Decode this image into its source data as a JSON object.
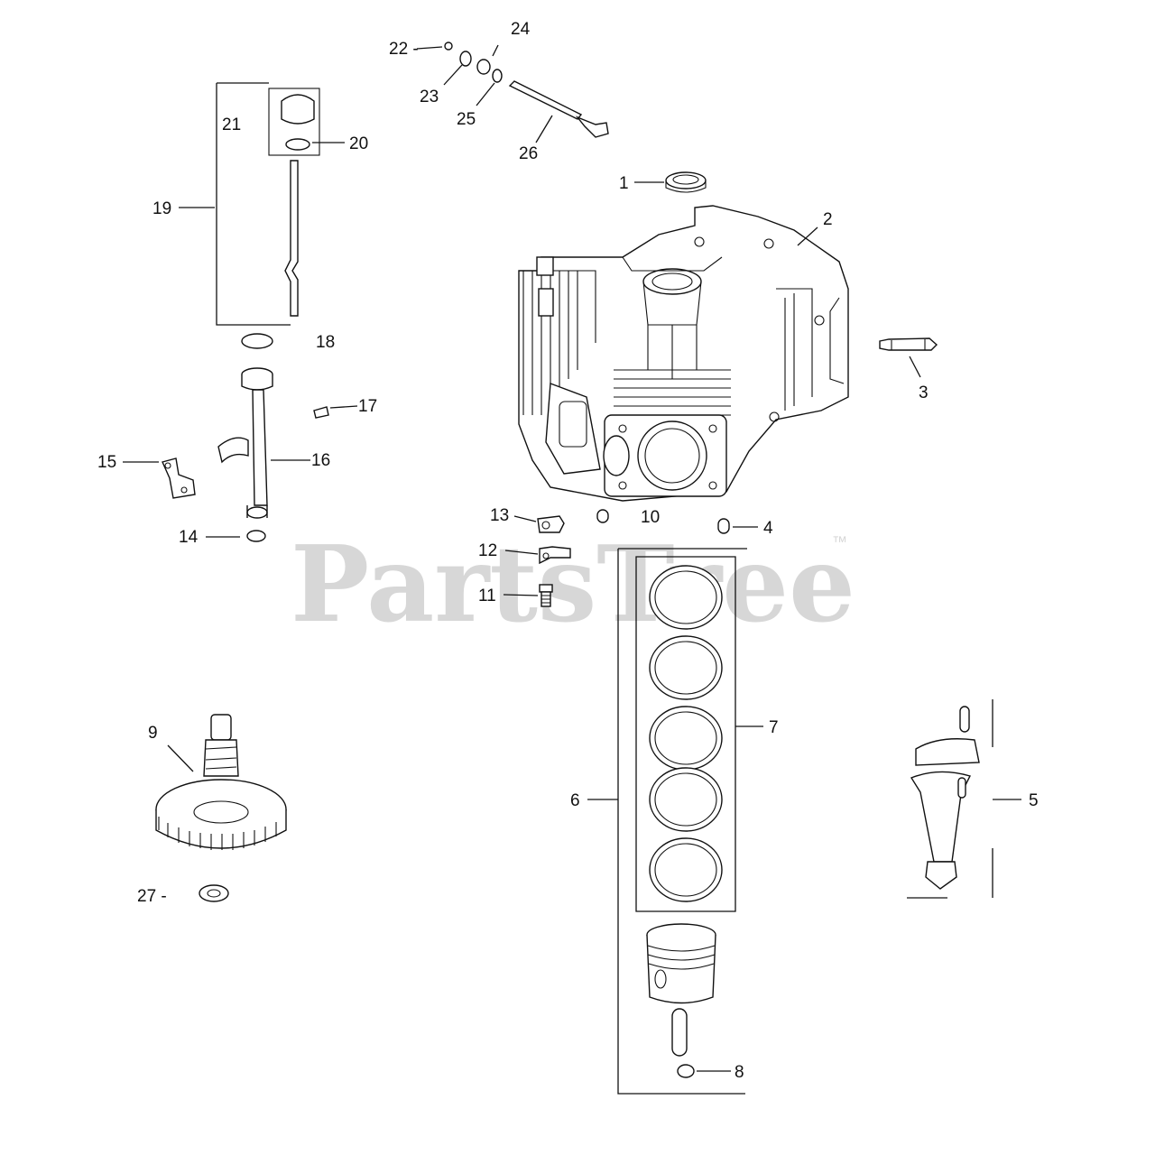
{
  "watermark": {
    "text": "PartsTree",
    "trademark": "™"
  },
  "callouts": {
    "c1": "1",
    "c2": "2",
    "c3": "3",
    "c4": "4",
    "c5": "5",
    "c6": "6",
    "c7": "7",
    "c8": "8",
    "c9": "9",
    "c10": "10",
    "c11": "11",
    "c12": "12",
    "c13": "13",
    "c14": "14",
    "c15": "15",
    "c16": "16",
    "c17": "17",
    "c18": "18",
    "c19": "19",
    "c20": "20",
    "c21": "21",
    "c22": "22 -",
    "c23": "23",
    "c24": "24",
    "c25": "25",
    "c26": "26",
    "c27": "27 -"
  }
}
